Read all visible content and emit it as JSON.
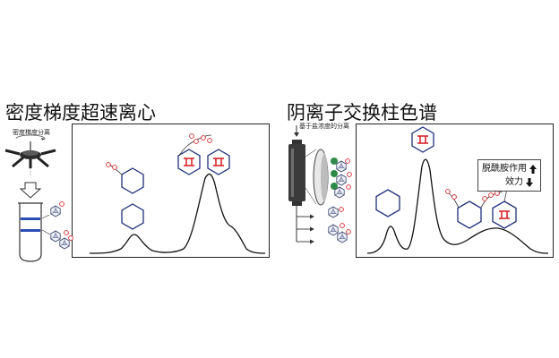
{
  "left": {
    "title": "密度梯度超速离心",
    "rotor_label": "密度梯度分离"
  },
  "right": {
    "title": "阴离子交换柱色谱",
    "column_label": "基于盐浓度的分离",
    "callout_line1": "脱酰胺作用",
    "callout_line2": "效力",
    "line1_arrow": "up",
    "line2_arrow": "down"
  },
  "colors": {
    "hexagon_stroke": "#1f2f7a",
    "marker_red": "#d8262b",
    "band_blue": "#2a4fb4",
    "curve": "#111111"
  }
}
